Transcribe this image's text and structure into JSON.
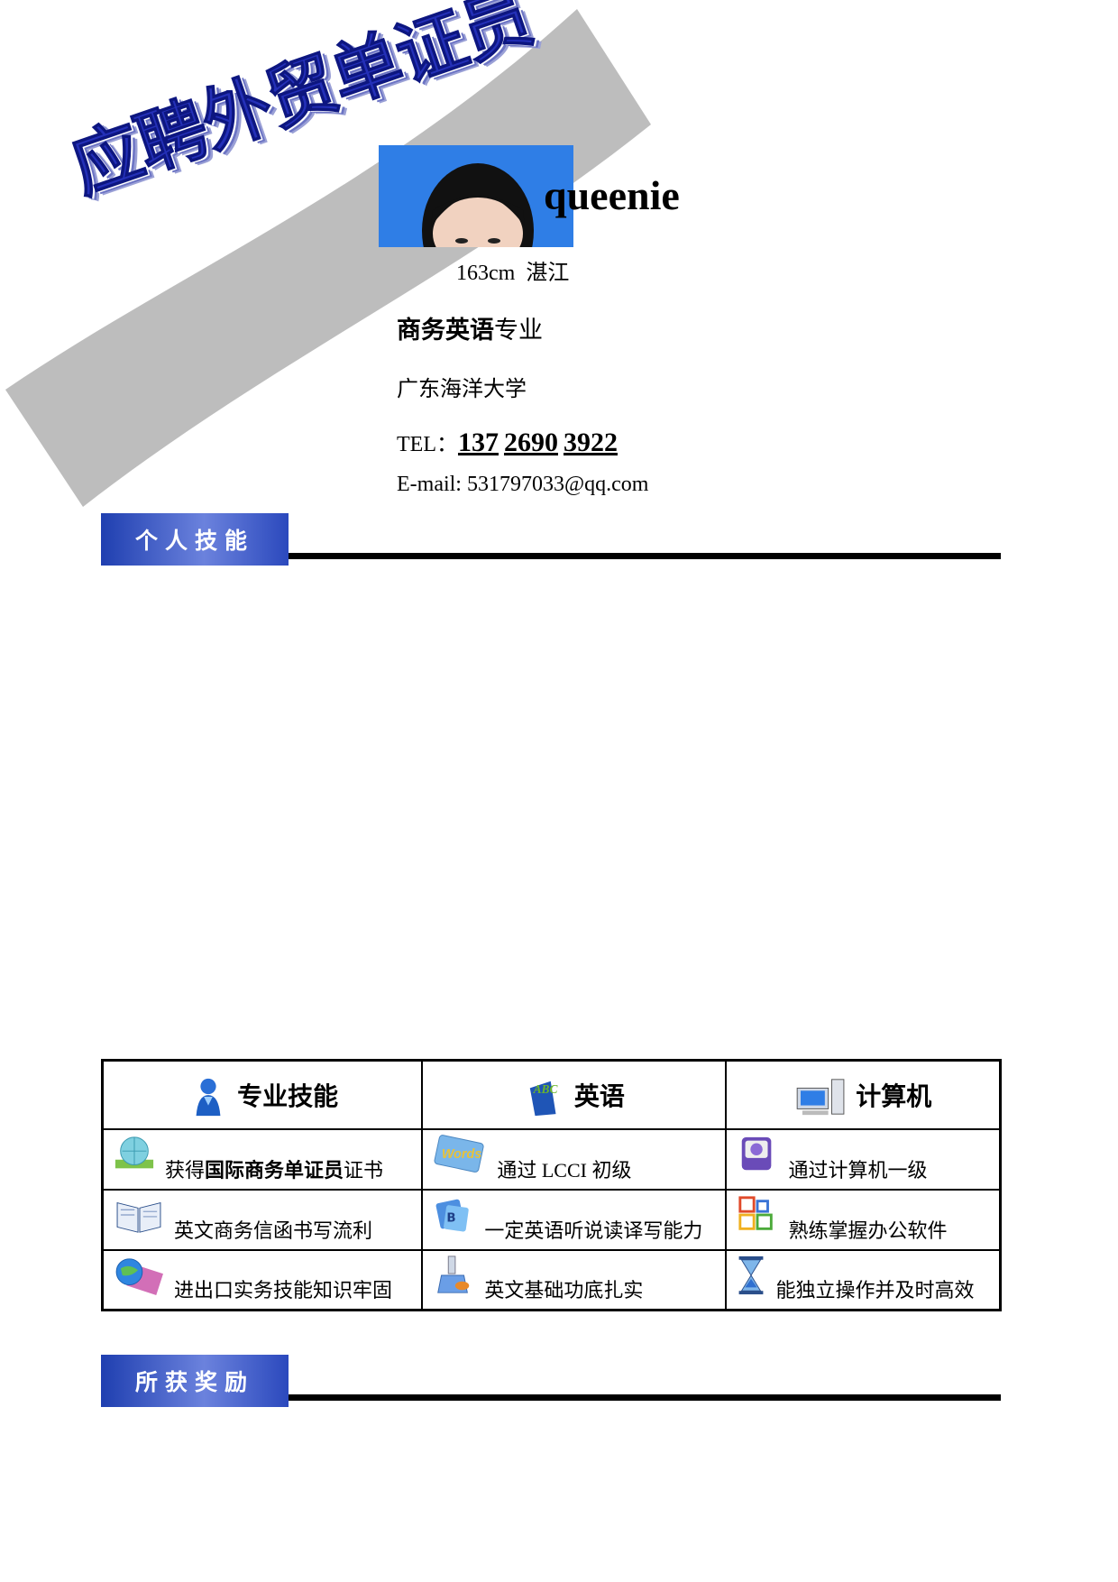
{
  "title_art": "应聘外贸单证员",
  "profile": {
    "name": "queenie",
    "height": "163cm",
    "hometown": "湛江",
    "major_bold": "商务英语",
    "major_suffix": "专业",
    "school": "广东海洋大学",
    "tel_label": "TEL：",
    "tel_parts": [
      "137",
      "2690",
      "3922"
    ],
    "email": "E-mail: 531797033@qq.com"
  },
  "sections": {
    "skills_heading": "个人技能",
    "awards_heading": "所获奖励"
  },
  "skills_table": {
    "headers": [
      "专业技能",
      "英语",
      "计算机"
    ],
    "rows": [
      [
        {
          "pre": "获得",
          "bold": "国际商务单证员",
          "post": "证书",
          "icon": "globe-icon"
        },
        {
          "pre": "通过 LCCI 初级",
          "bold": "",
          "post": "",
          "icon": "words-icon"
        },
        {
          "pre": "通过计算机一级",
          "bold": "",
          "post": "",
          "icon": "media-icon"
        }
      ],
      [
        {
          "pre": "英文商务信函书写流利",
          "bold": "",
          "post": "",
          "icon": "open-book-icon"
        },
        {
          "pre": "一定英语听说读译写能力",
          "bold": "",
          "post": "",
          "icon": "books-icon"
        },
        {
          "pre": "熟练掌握办公软件",
          "bold": "",
          "post": "",
          "icon": "office-icon"
        }
      ],
      [
        {
          "pre": "进出口实务技能知识牢固",
          "bold": "",
          "post": "",
          "icon": "earth-book-icon"
        },
        {
          "pre": "英文基础功底扎实",
          "bold": "",
          "post": "",
          "icon": "flask-icon"
        },
        {
          "pre": "能独立操作并及时高效",
          "bold": "",
          "post": "",
          "icon": "hourglass-icon"
        }
      ]
    ]
  },
  "colors": {
    "band": "#bdbdbd",
    "title_art": "#2430b8",
    "section_head_start": "#1f3fb0",
    "photo_bg": "#2f7ee6"
  }
}
